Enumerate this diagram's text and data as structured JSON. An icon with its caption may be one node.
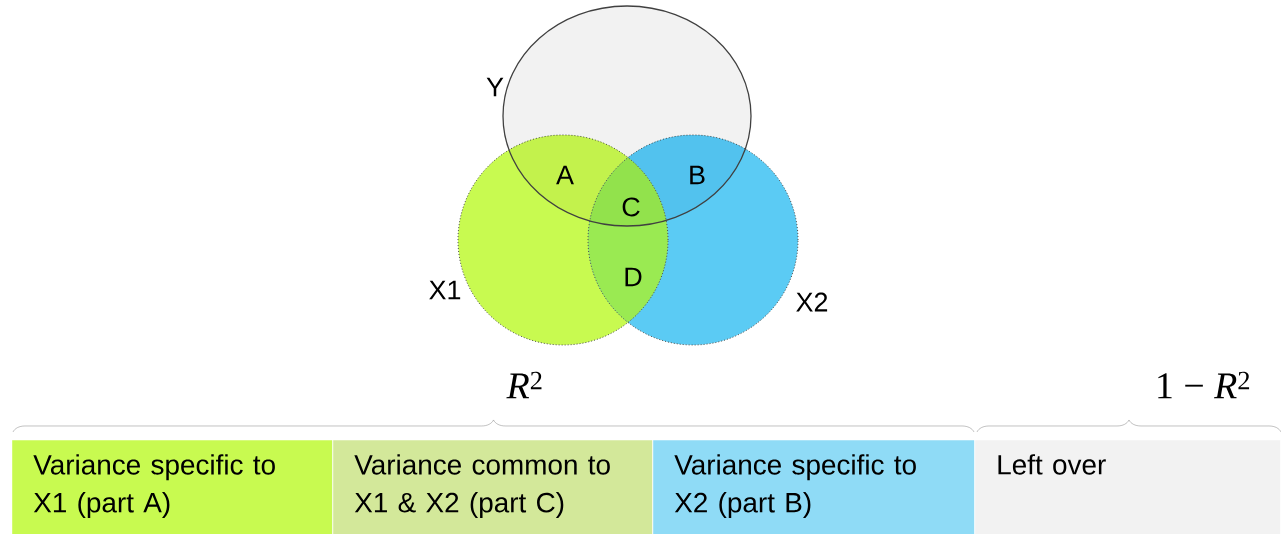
{
  "diagram": {
    "nodes": [
      {
        "text": [
          "Y"
        ]
      },
      {
        "text": [
          "X1"
        ]
      },
      {
        "text": [
          "X2"
        ]
      },
      {
        "text": [
          "Variance specific to X1 (part A)"
        ]
      },
      {
        "text": [
          "Variance common to X1 & X2 (part C)"
        ]
      },
      {
        "text": [
          "Variance specific to X2 (part B)"
        ]
      },
      {
        "text": [
          "Left over"
        ]
      }
    ],
    "edges": [],
    "labels": [
      "A",
      "B",
      "C",
      "D",
      "*R*$^{2}$",
      "1 − *R*$^{2}$"
    ]
  }
}
